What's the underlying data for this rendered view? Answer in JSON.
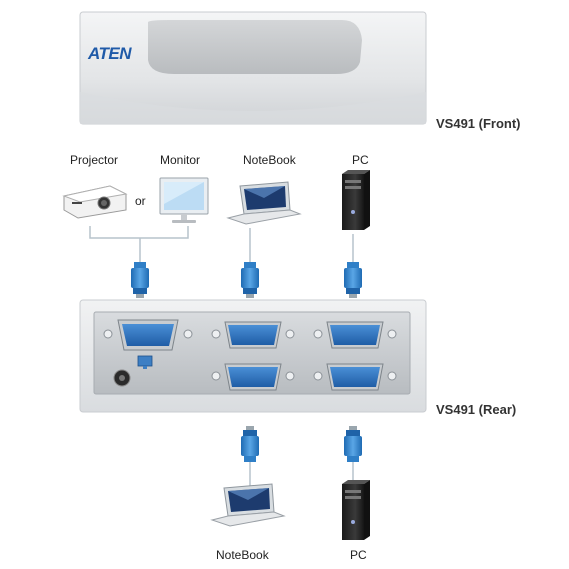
{
  "front": {
    "brand": "ATEN",
    "caption": "VS491 (Front)"
  },
  "rear": {
    "caption": "VS491 (Rear)"
  },
  "inputs": {
    "projector_label": "Projector",
    "or_label": "or",
    "monitor_label": "Monitor",
    "notebook_label": "NoteBook",
    "pc_label": "PC"
  },
  "outputs": {
    "notebook_label": "NoteBook",
    "pc_label": "PC"
  },
  "colors": {
    "connector_blue": "#2f7fc7",
    "port_blue": "#2f6fb8",
    "panel_grey": "#cfd3d6",
    "brand_blue": "#1f5aa8"
  }
}
